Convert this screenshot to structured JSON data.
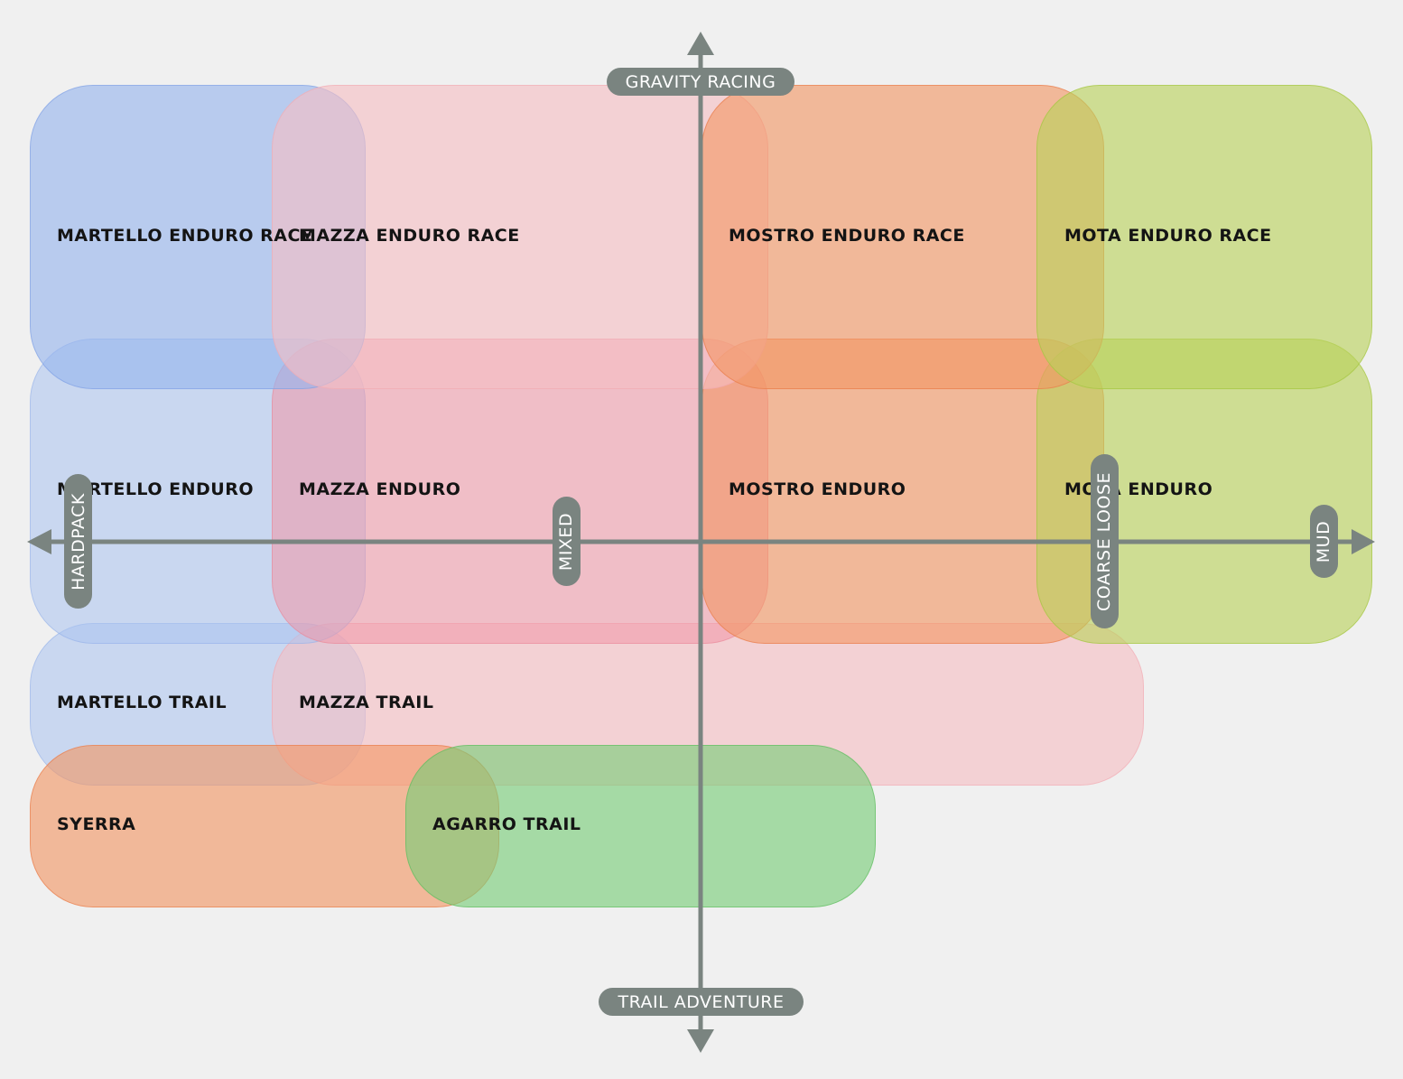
{
  "products": [
    {
      "name": "MARTELLO ENDURO RACE"
    },
    {
      "name": "MAZZA ENDURO RACE"
    },
    {
      "name": "MOSTRO ENDURO RACE"
    },
    {
      "name": "MOTA ENDURO RACE"
    },
    {
      "name": "MARTELLO ENDURO"
    },
    {
      "name": "MAZZA ENDURO"
    },
    {
      "name": "MOSTRO ENDURO"
    },
    {
      "name": "MOTA ENDURO"
    },
    {
      "name": "MARTELLO TRAIL"
    },
    {
      "name": "MAZZA TRAIL"
    },
    {
      "name": "SYERRA"
    },
    {
      "name": "AGARRO TRAIL"
    }
  ],
  "axes": {
    "top": "GRAVITY RACING",
    "bottom": "TRAIL ADVENTURE",
    "terrain": [
      "HARDPACK",
      "MIXED",
      "COARSE LOOSE",
      "MUD"
    ]
  },
  "colors": {
    "axis": "#7a8480",
    "background": "#f0f0f0",
    "blue": "#96b4ee",
    "pink": "#f6bec4",
    "orange": "#f29664",
    "lime": "#b9d25a",
    "green": "#78cd78"
  }
}
